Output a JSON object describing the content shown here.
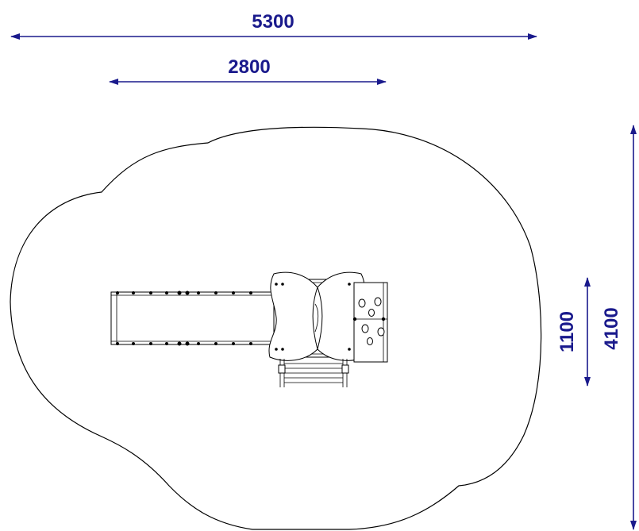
{
  "colors": {
    "dimension": "#1a1a8c",
    "linework": "#000000",
    "background": "#ffffff"
  },
  "dimensions": {
    "overall_width": "5300",
    "slide_length": "2800",
    "unit_depth": "1100",
    "overall_depth": "4100"
  }
}
